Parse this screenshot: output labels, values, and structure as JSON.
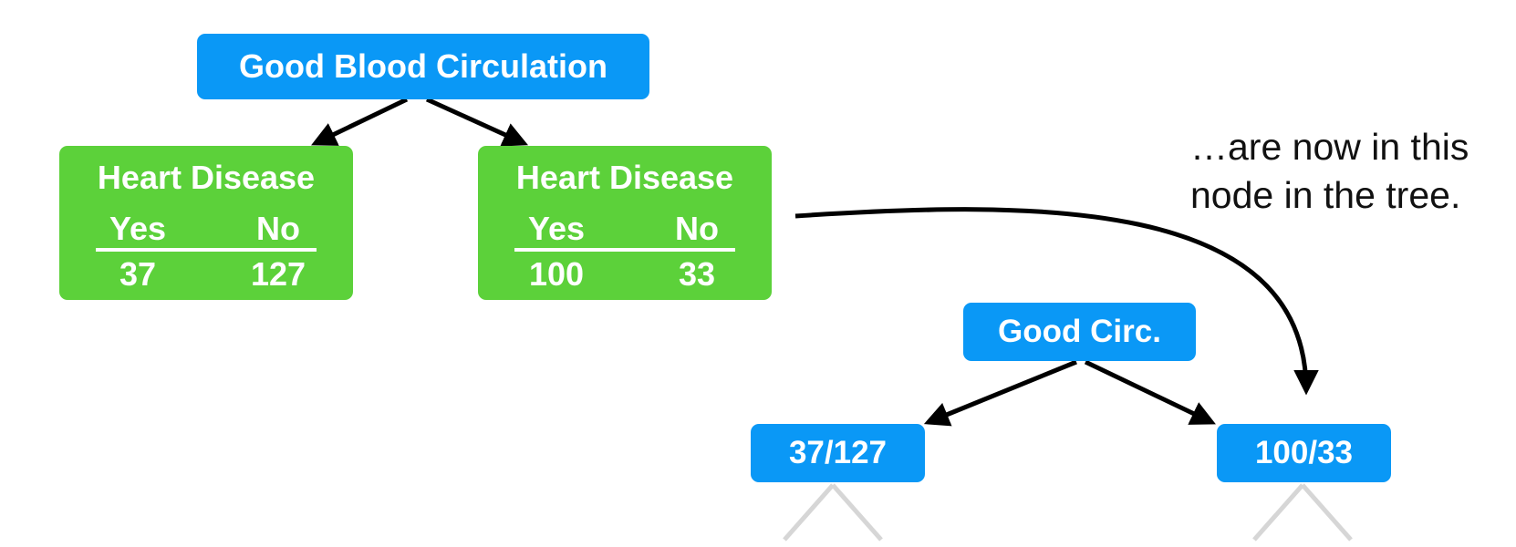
{
  "colors": {
    "blue": "#0a98f6",
    "green": "#5cd13a",
    "arrow": "#000000",
    "faded_arrow": "#d6d6d6"
  },
  "tree": {
    "root": "Good Blood Circulation",
    "left_node": {
      "title": "Heart Disease",
      "yes_label": "Yes",
      "no_label": "No",
      "yes": "37",
      "no": "127"
    },
    "right_node": {
      "title": "Heart Disease",
      "yes_label": "Yes",
      "no_label": "No",
      "yes": "100",
      "no": "33"
    }
  },
  "mini_tree": {
    "root": "Good Circ.",
    "left_leaf": "37/127",
    "right_leaf": "100/33"
  },
  "caption": "…are now in this\nnode in the tree."
}
